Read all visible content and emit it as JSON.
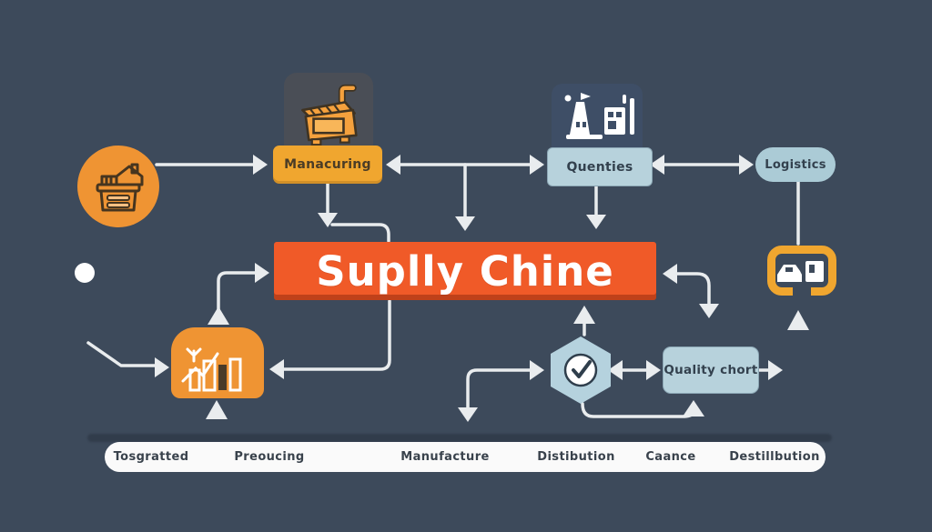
{
  "colors": {
    "background": "#3d4a5b",
    "banner_orange": "#f05a28",
    "accent_yellow": "#f0a62f",
    "icon_orange": "#ef9433",
    "light_blue": "#b7d2dc",
    "connector_white": "#e9ecee",
    "timeline_bg": "#fafafa",
    "panel_dark": "#4a4e56",
    "panel_navy": "#3e4e66"
  },
  "banner": {
    "title": "Suplly Chine"
  },
  "nodes": {
    "manufacturing": {
      "label": "Manacuring"
    },
    "quantities": {
      "label": "Quenties"
    },
    "logistics": {
      "label": "Logistics"
    },
    "quality_chart": {
      "label": "Quality chort"
    }
  },
  "icons": {
    "supplier": "warehouse-box-icon",
    "manufacturing": "machine-icon",
    "quantities": "factory-icon",
    "analytics": "bar-chart-icon",
    "quality": "check-hexagon-icon",
    "transport": "trucks-icon"
  },
  "timeline": {
    "items": [
      "Tosgratted",
      "Preoucing",
      "Manufacture",
      "Distibution",
      "Caance",
      "Destillbution"
    ]
  }
}
